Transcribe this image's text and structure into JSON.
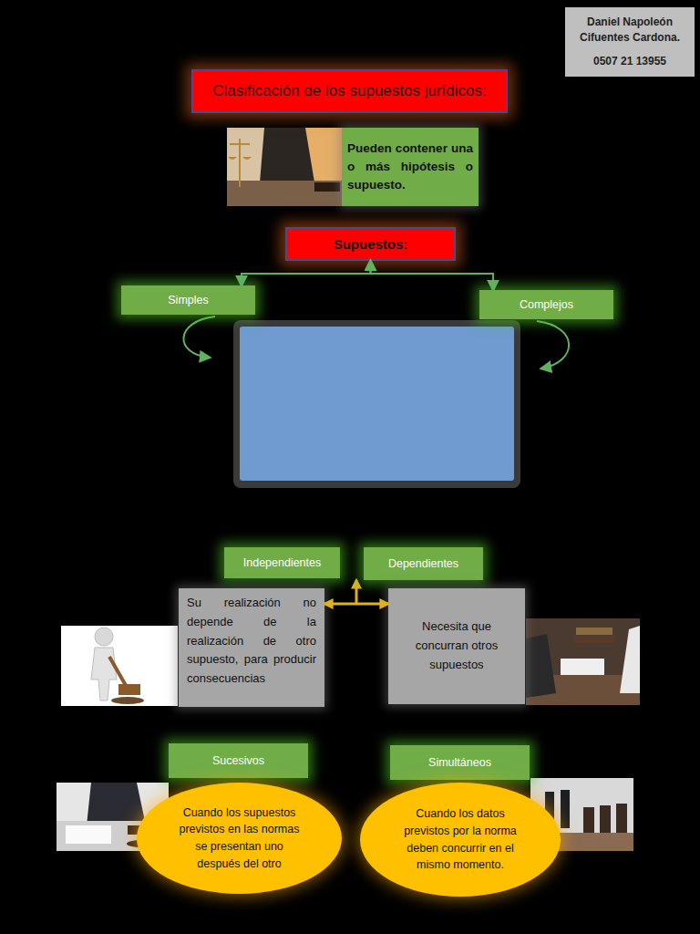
{
  "diagram": {
    "title": "Clasificación de los supuestos jurídicos:",
    "nodes": [
      {
        "text": [
          "Daniel Napoleón Cifuentes Cardona.",
          "0507 21 13955"
        ]
      },
      {
        "text": [
          "Pueden contener una o más hipótesis o supuesto."
        ]
      },
      {
        "text": [
          "Supuestos:"
        ]
      },
      {
        "text": [
          "Simples"
        ]
      },
      {
        "text": [
          "Complejos"
        ]
      },
      {
        "text": [
          "Independientes"
        ]
      },
      {
        "text": [
          "Dependientes"
        ]
      },
      {
        "text": [
          "Su realización no depende de la realización de otro supuesto, para producir consecuencias"
        ]
      },
      {
        "text": [
          "Necesita que concurran otros supuestos"
        ]
      },
      {
        "text": [
          "Sucesivos"
        ]
      },
      {
        "text": [
          "Simultáneos"
        ]
      },
      {
        "text": [
          "Cuando los supuestos previstos en las normas se presentan uno después del otro"
        ]
      },
      {
        "text": [
          "Cuando los datos previstos por la norma deben concurrir en el mismo momento."
        ]
      }
    ],
    "edges": [
      {
        "from": 2,
        "to": 3,
        "arrow": "both"
      },
      {
        "from": 2,
        "to": 4,
        "arrow": "both"
      },
      {
        "from": 7,
        "to": 8,
        "arrow": "both"
      }
    ]
  }
}
